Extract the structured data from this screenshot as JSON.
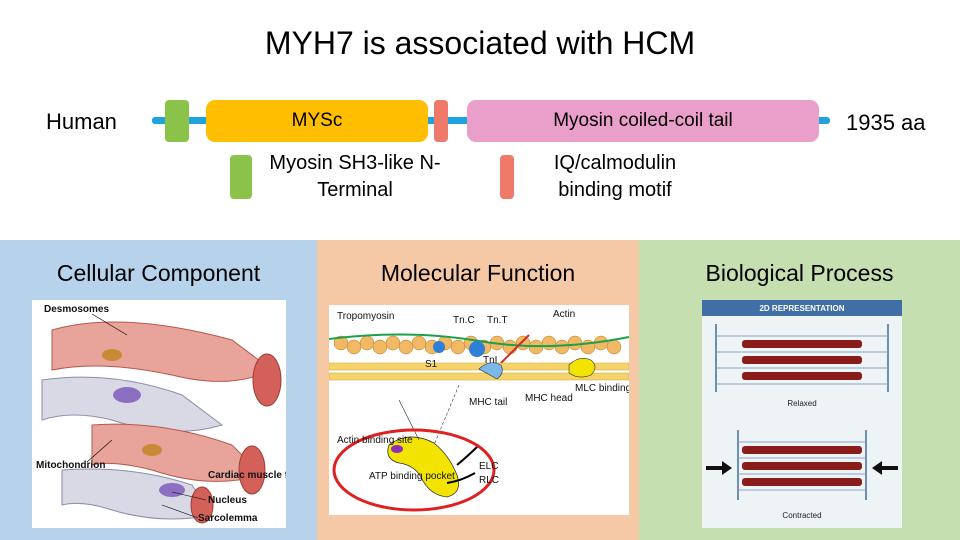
{
  "title": "MYH7 is associated with HCM",
  "protein": {
    "species": "Human",
    "length": "1935 aa",
    "domains": {
      "mysc": "MYSc",
      "tail": "Myosin coiled-coil tail"
    },
    "legend": {
      "sh3": "Myosin SH3-like N-Terminal",
      "iq": "IQ/calmodulin binding motif"
    }
  },
  "panels": {
    "cellular": {
      "title": "Cellular Component",
      "labels": {
        "desmosomes": "Desmosomes",
        "mitochondrion": "Mitochondrion",
        "fiber": "Cardiac muscle fiber",
        "nucleus": "Nucleus",
        "sarcolemma": "Sarcolemma"
      }
    },
    "molecular": {
      "title": "Molecular Function",
      "labels": {
        "tropomyosin": "Tropomyosin",
        "tnc": "Tn.C",
        "tnt": "Tn.T",
        "actin": "Actin",
        "tni": "TnI",
        "s1": "S1",
        "mhc_tail": "MHC tail",
        "mhc_head": "MHC head",
        "mlc": "MLC binding domains",
        "actin_site": "Actin binding site",
        "atp": "ATP binding pocket",
        "elc": "ELC",
        "rlc": "RLC"
      }
    },
    "biological": {
      "title": "Biological Process",
      "labels": {
        "header": "2D REPRESENTATION",
        "relaxed": "Relaxed",
        "contracted": "Contracted"
      }
    }
  },
  "colors": {
    "backbone": "#1ea2e0",
    "sh3": "#8bc34a",
    "mysc": "#ffbf00",
    "iq": "#f07a6a",
    "tail": "#ea9fcb",
    "cellular_bg": "#b7d3eb",
    "molecular_bg": "#f6c9a6",
    "biological_bg": "#c5dfb0",
    "highlight_ring": "#e02020"
  }
}
